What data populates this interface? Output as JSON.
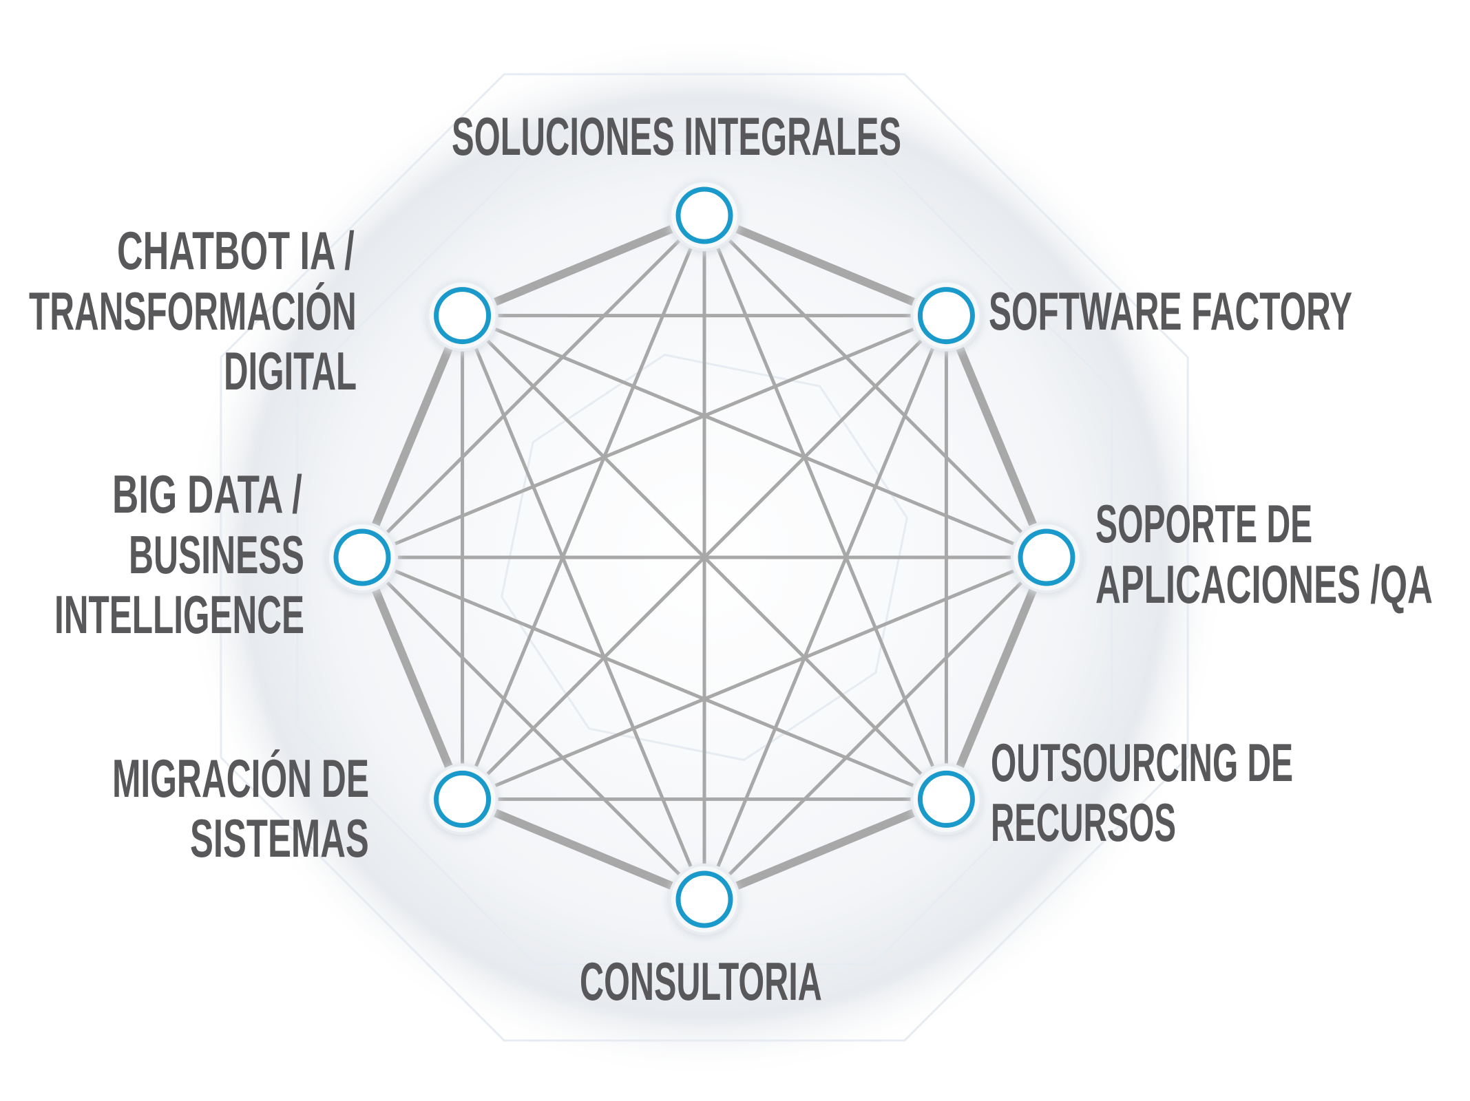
{
  "colors": {
    "text": "#58585a",
    "ring": "#1a9acb",
    "chord": "#a8a8a8",
    "perimeter": "#a3a3a3",
    "halo": "#e9edf1"
  },
  "nodes": [
    {
      "id": "soluciones-integrales",
      "lines": [
        "SOLUCIONES INTEGRALES"
      ]
    },
    {
      "id": "software-factory",
      "lines": [
        "SOFTWARE FACTORY"
      ]
    },
    {
      "id": "soporte-aplicaciones-qa",
      "lines": [
        "SOPORTE DE",
        "APLICACIONES /QA"
      ]
    },
    {
      "id": "outsourcing-recursos",
      "lines": [
        "OUTSOURCING DE",
        "RECURSOS"
      ]
    },
    {
      "id": "consultoria",
      "lines": [
        "CONSULTORIA"
      ]
    },
    {
      "id": "migracion-sistemas",
      "lines": [
        "MIGRACIÓN DE",
        "SISTEMAS"
      ]
    },
    {
      "id": "big-data-bi",
      "lines": [
        "BIG DATA /",
        "BUSINESS",
        "INTELLIGENCE"
      ]
    },
    {
      "id": "chatbot-ia",
      "lines": [
        "CHATBOT IA /",
        "TRANSFORMACIÓN",
        "DIGITAL"
      ]
    }
  ]
}
